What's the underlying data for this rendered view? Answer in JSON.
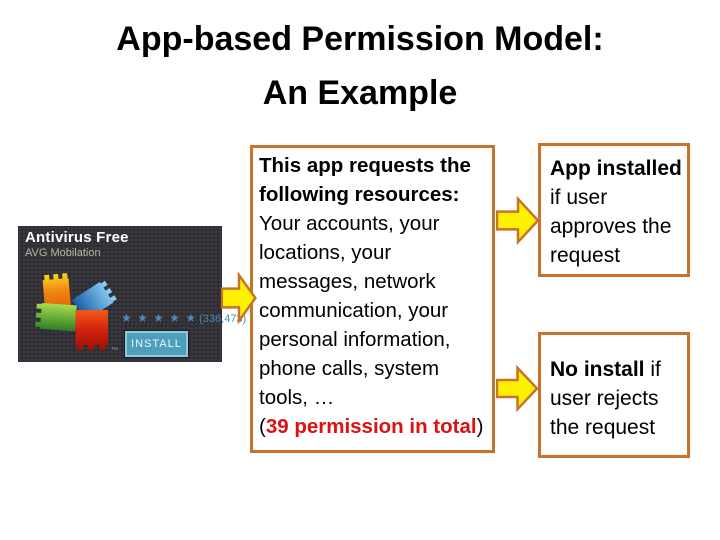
{
  "title": {
    "line1": "App-based Permission Model:",
    "line2": "An Example"
  },
  "app_listing": {
    "app_name": "Antivirus Free",
    "developer": "AVG Mobilation",
    "stars": "★ ★ ★ ★ ★",
    "rating_count": "(336,473)",
    "install_label": "INSTALL",
    "trademark": "™"
  },
  "permission_box": {
    "heading_lines": [
      "This app requests the",
      "following resources:"
    ],
    "body_lines": [
      "Your accounts, your",
      "locations, your",
      "messages, network",
      "communication, your",
      "personal information,",
      "phone calls, system",
      "tools, …"
    ],
    "total_open": "(",
    "total_highlight": "39 permission in total",
    "total_close": ")"
  },
  "outcomes": {
    "approve": {
      "bold": "App installed",
      "lines": [
        "if user",
        "approves the",
        "request"
      ]
    },
    "reject": {
      "bold": "No install",
      "bold_suffix": " if",
      "lines": [
        "user rejects",
        "the request"
      ]
    }
  },
  "icons": {
    "app_icon": "avg-antivirus-logo-icon",
    "arrow_icon": "right-arrow-icon",
    "star_icon": "star-icon"
  },
  "colors": {
    "box_border_orange": "#C8732B",
    "arrow_fill_yellow": "#FFF200",
    "highlight_red": "#DD1111",
    "star_blue": "#4D88B3",
    "install_button_blue": "#4E9FBC",
    "card_background": "#2E2E33",
    "title_text": "#000000"
  }
}
